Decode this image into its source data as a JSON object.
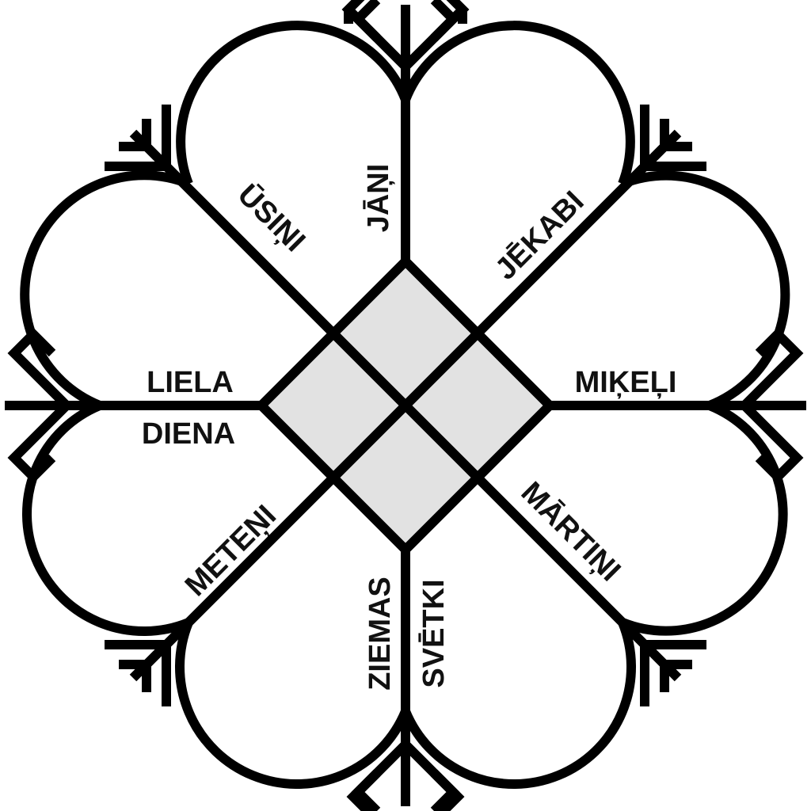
{
  "colors": {
    "stroke": "#000000",
    "center_fill": "#e2e2e2",
    "background": "#ffffff",
    "text": "#111111"
  },
  "labels": {
    "usini": "ŪSIŅI",
    "jani": "JĀŅI",
    "jekabi": "JĒKABI",
    "liela": "LIELA",
    "diena": "DIENA",
    "mikeli": "MIĶEĻI",
    "meteni": "METEŅI",
    "martini": "MĀRTIŅI",
    "ziemas": "ZIEMAS",
    "svetki": "SVĒTKI"
  }
}
